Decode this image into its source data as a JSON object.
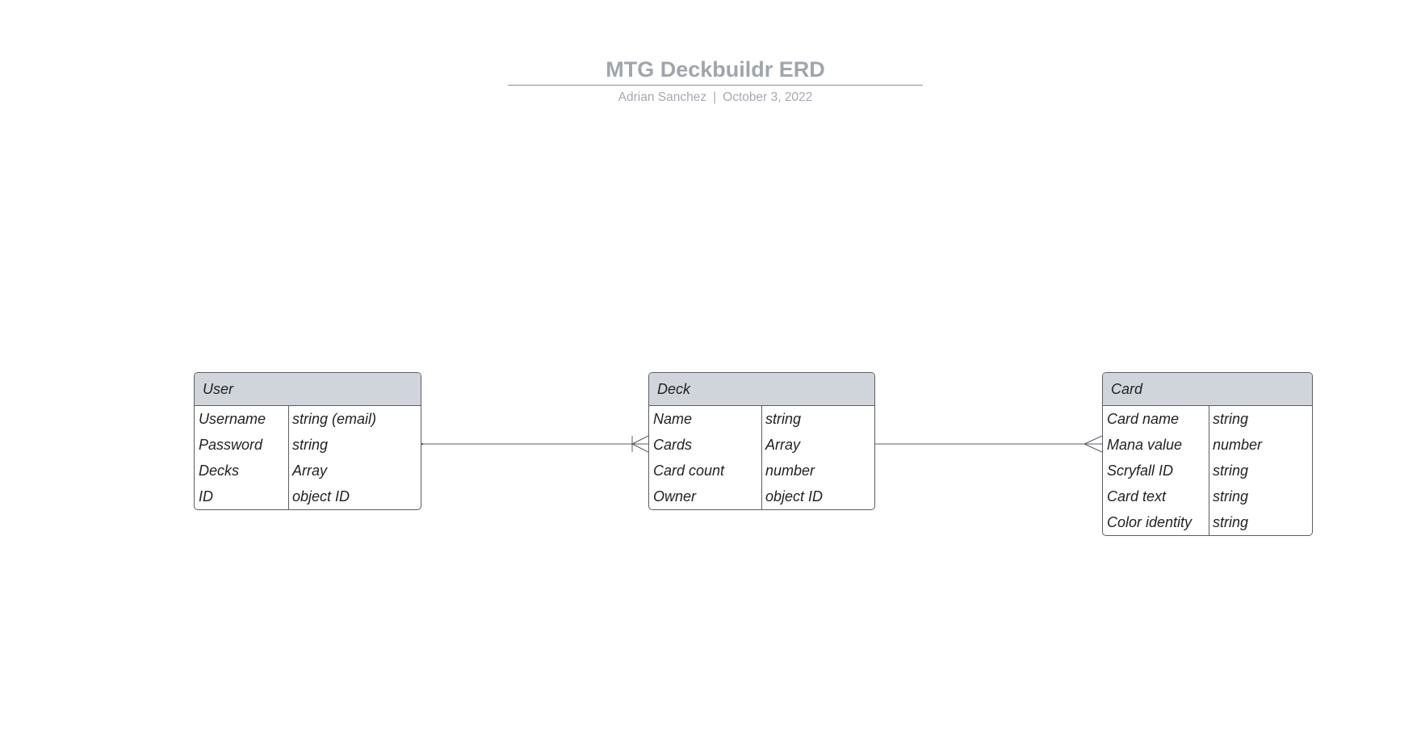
{
  "title": "MTG Deckbuildr ERD",
  "author": "Adrian Sanchez",
  "separator": "|",
  "date": "October 3, 2022",
  "colors": {
    "header_fill": "#d0d5db",
    "border": "#5a5d62",
    "title": "#a0a5ad"
  },
  "entities": {
    "user": {
      "name": "User",
      "rows": [
        [
          "Username",
          "string (email)"
        ],
        [
          "Password",
          "string"
        ],
        [
          "Decks",
          "Array"
        ],
        [
          "ID",
          "object ID"
        ]
      ]
    },
    "deck": {
      "name": "Deck",
      "rows": [
        [
          "Name",
          "string"
        ],
        [
          "Cards",
          "Array"
        ],
        [
          "Card count",
          "number"
        ],
        [
          "Owner",
          "object ID"
        ]
      ]
    },
    "card": {
      "name": "Card",
      "rows": [
        [
          "Card name",
          "string"
        ],
        [
          "Mana value",
          "number"
        ],
        [
          "Scryfall ID",
          "string"
        ],
        [
          "Card text",
          "string"
        ],
        [
          "Color identity",
          "string"
        ]
      ]
    }
  },
  "relationships": [
    {
      "from": "User",
      "to": "Deck",
      "from_cardinality": "one",
      "to_cardinality": "one-or-many"
    },
    {
      "from": "Deck",
      "to": "Card",
      "from_cardinality": "one",
      "to_cardinality": "many"
    }
  ]
}
